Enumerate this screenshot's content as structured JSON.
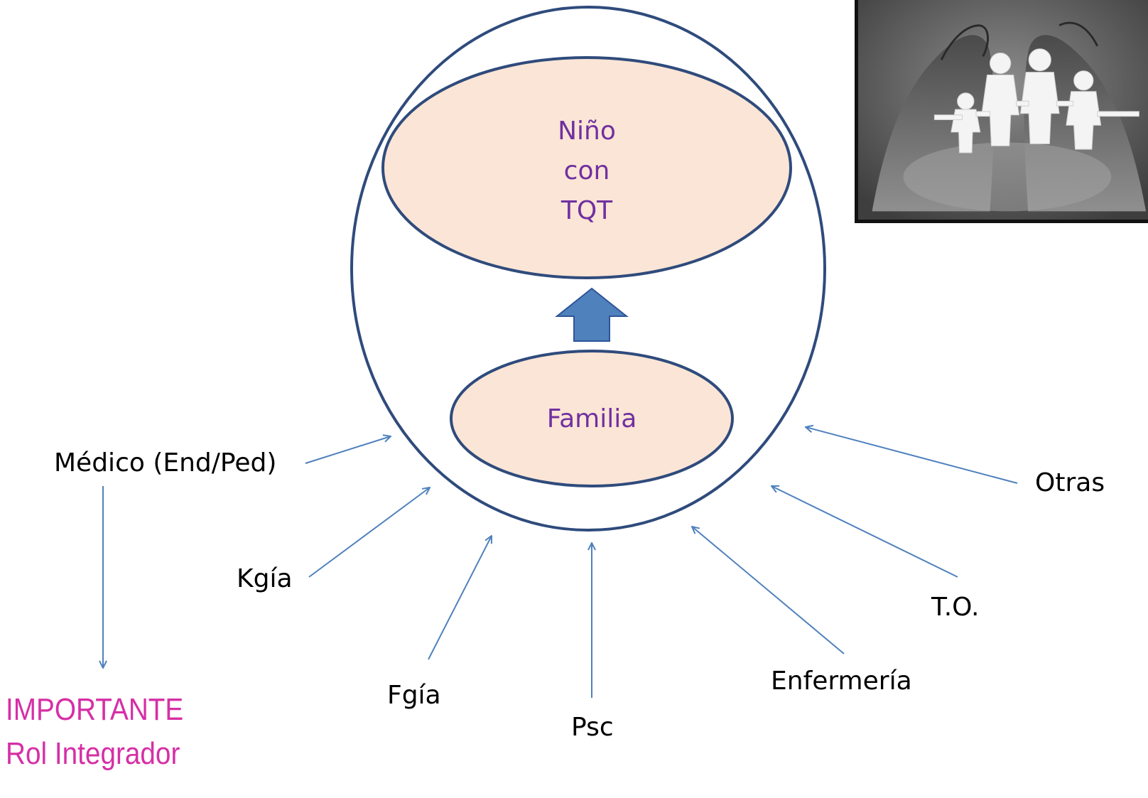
{
  "inner_top": {
    "line1": "Niño",
    "line2": "con",
    "line3": "TQT"
  },
  "inner_bottom": {
    "label": "Familia"
  },
  "professionals": {
    "medico": "Médico (End/Ped)",
    "kgia": "Kgía",
    "fgia": "Fgía",
    "psc": "Psc",
    "enfermeria": "Enfermería",
    "to": "T.O.",
    "otras": "Otras"
  },
  "note": {
    "line1": "IMPORTANTE",
    "line2": "Rol Integrador"
  },
  "colors": {
    "outline": "#2f4b7c",
    "ellipse_fill": "#fbe5d6",
    "arrow": "#4f81bd",
    "inner_text": "#7030a0",
    "note_text": "#d62fa6"
  },
  "photo": {
    "icon": "paper-family-in-hands-image"
  }
}
